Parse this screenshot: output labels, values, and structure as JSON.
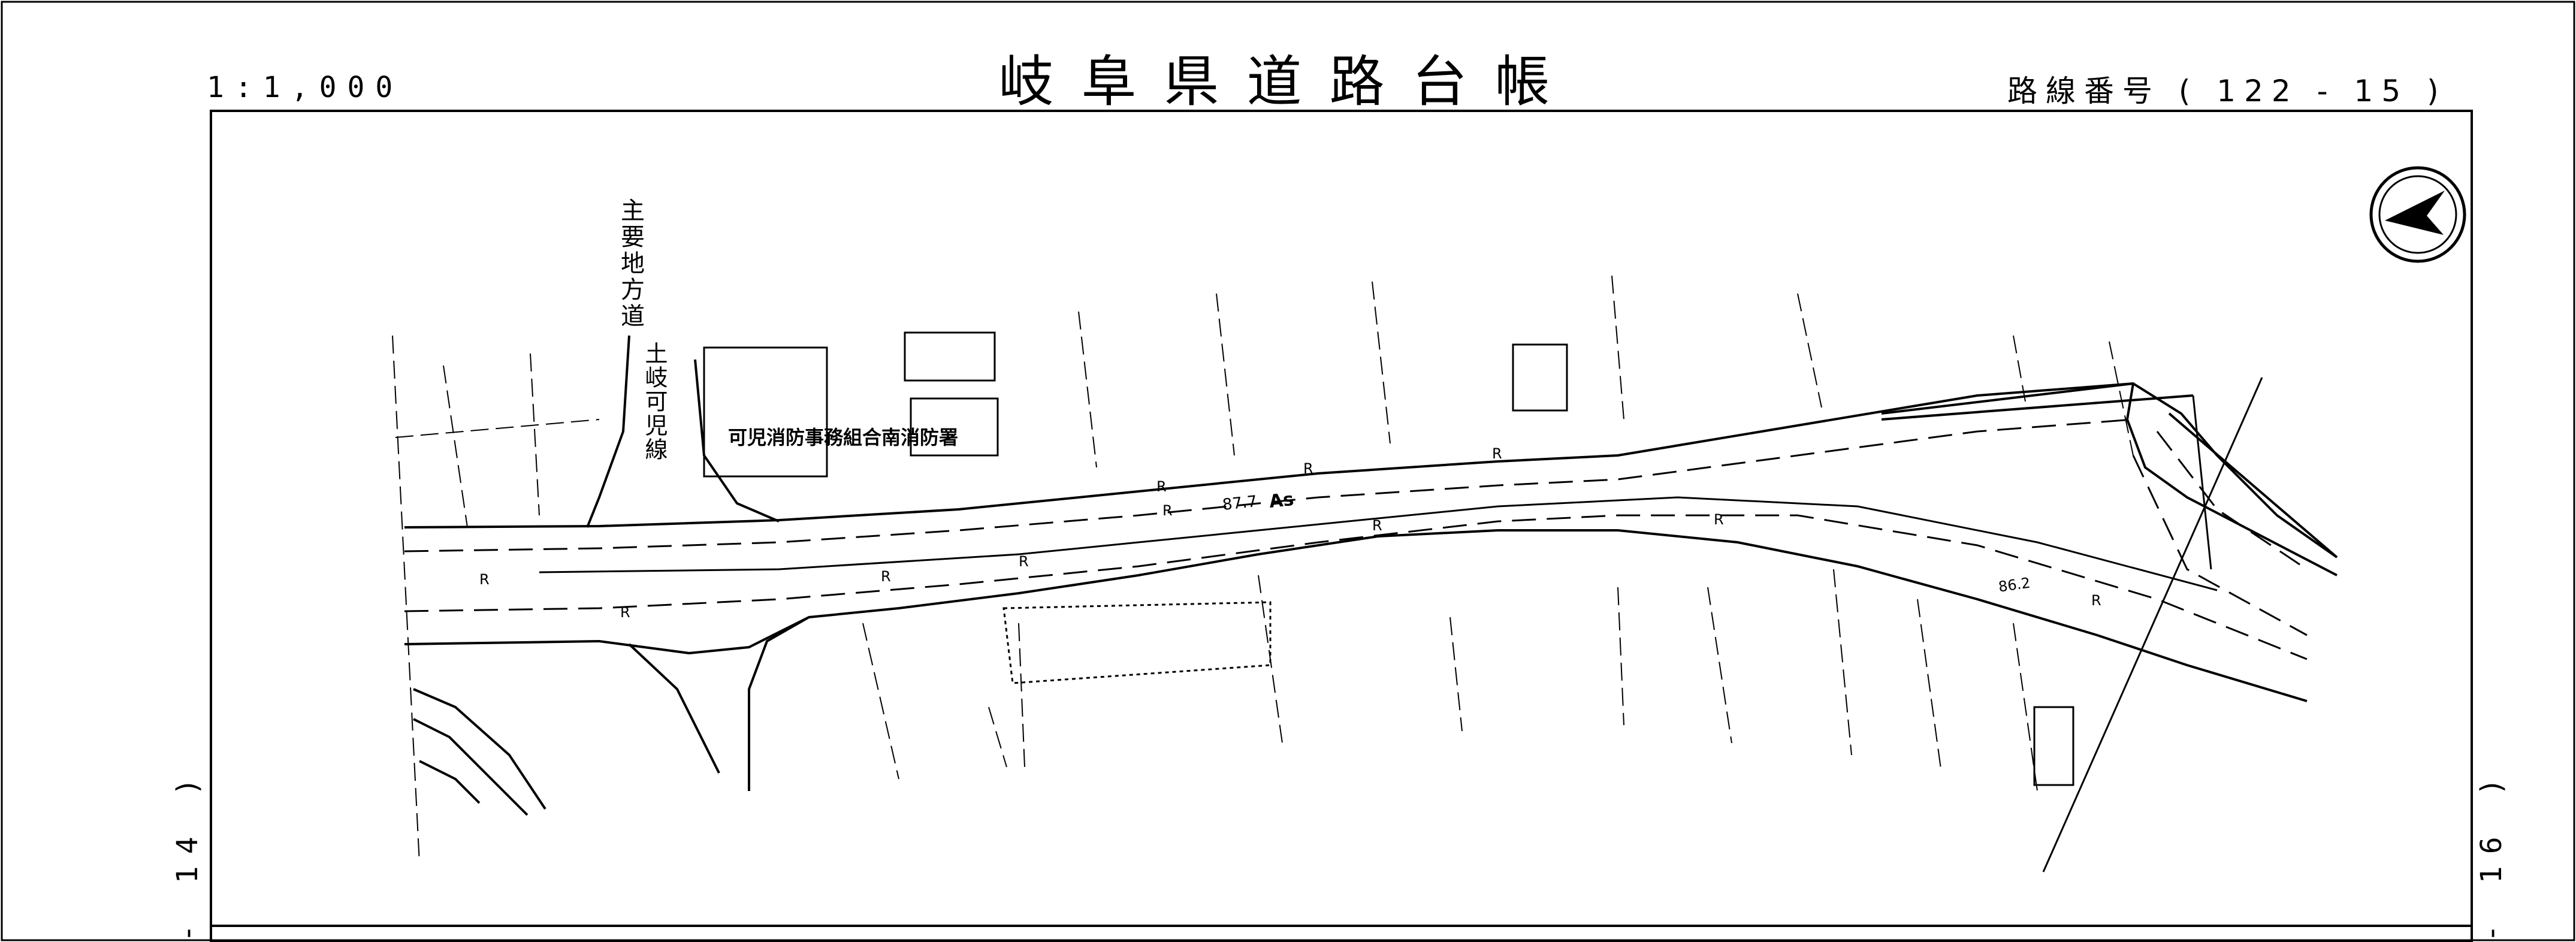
{
  "header": {
    "scale": "1:1,000",
    "title": "岐阜県道路台帳",
    "route_number": "路線番号 ( 122 - 15 )"
  },
  "sheet_links": {
    "left": "- 14 )",
    "right": "- 16 )"
  },
  "map_labels": {
    "main_road": "主要地方道",
    "crossing_road": "土岐可児線",
    "fire_station": "可児消防事務組合南消防署",
    "road_width": "87.7",
    "pavement": "As",
    "road_width_2": "86.2"
  },
  "icons": {
    "north_arrow": "north-arrow-icon"
  }
}
